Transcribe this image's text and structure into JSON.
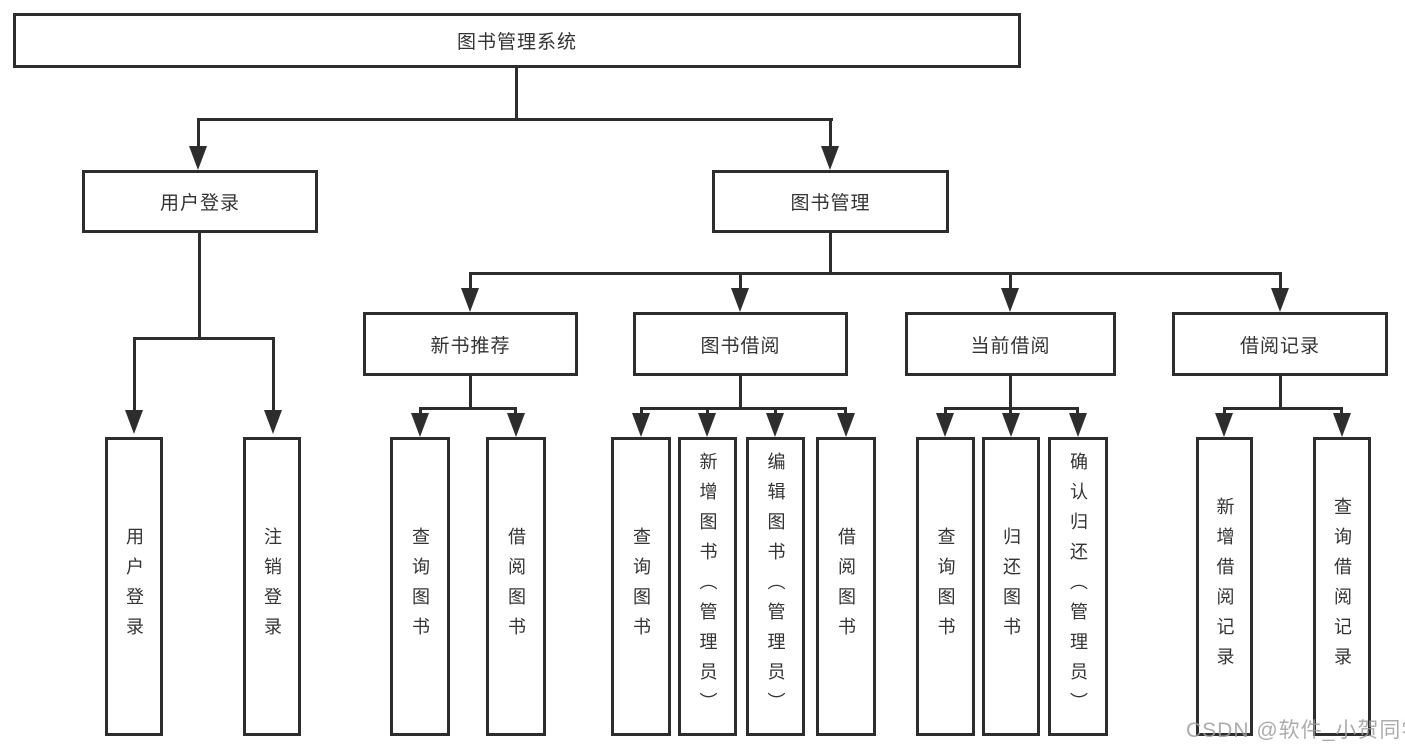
{
  "diagram": {
    "type": "hierarchy-tree",
    "title": "图书管理系统",
    "colors": {
      "line": "#2d2d2d",
      "box_border": "#2d2d2d",
      "box_fill": "#ffffff",
      "text": "#333333",
      "background": "#ffffff",
      "watermark_text_color": "#9e9e9e"
    },
    "nodes": {
      "root": {
        "label": "图书管理系统"
      },
      "user_login": {
        "label": "用户登录"
      },
      "book_mgmt": {
        "label": "图书管理"
      },
      "new_book_rec": {
        "label": "新书推荐"
      },
      "book_borrow": {
        "label": "图书借阅"
      },
      "current_borrow": {
        "label": "当前借阅"
      },
      "borrow_record": {
        "label": "借阅记录"
      },
      "leaf_user_login": {
        "label": "用户登录"
      },
      "leaf_logout": {
        "label": "注销登录"
      },
      "leaf_query_book_rec": {
        "label": "查询图书"
      },
      "leaf_borrow_book_rec": {
        "label": "借阅图书"
      },
      "leaf_query_book_borrow": {
        "label": "查询图书"
      },
      "leaf_add_book": {
        "label": "新增图书（管理员）"
      },
      "leaf_edit_book": {
        "label": "编辑图书（管理员）"
      },
      "leaf_borrow_book_borrow": {
        "label": "借阅图书"
      },
      "leaf_query_book_current": {
        "label": "查询图书"
      },
      "leaf_return_book": {
        "label": "归还图书"
      },
      "leaf_confirm_return": {
        "label": "确认归还（管理员）"
      },
      "leaf_add_record": {
        "label": "新增借阅记录"
      },
      "leaf_query_record": {
        "label": "查询借阅记录"
      }
    },
    "edges": [
      [
        "图书管理系统",
        "用户登录"
      ],
      [
        "图书管理系统",
        "图书管理"
      ],
      [
        "用户登录",
        "用户登录(叶)"
      ],
      [
        "用户登录",
        "注销登录"
      ],
      [
        "图书管理",
        "新书推荐"
      ],
      [
        "图书管理",
        "图书借阅"
      ],
      [
        "图书管理",
        "当前借阅"
      ],
      [
        "图书管理",
        "借阅记录"
      ],
      [
        "新书推荐",
        "查询图书"
      ],
      [
        "新书推荐",
        "借阅图书"
      ],
      [
        "图书借阅",
        "查询图书"
      ],
      [
        "图书借阅",
        "新增图书（管理员）"
      ],
      [
        "图书借阅",
        "编辑图书（管理员）"
      ],
      [
        "图书借阅",
        "借阅图书"
      ],
      [
        "当前借阅",
        "查询图书"
      ],
      [
        "当前借阅",
        "归还图书"
      ],
      [
        "当前借阅",
        "确认归还（管理员）"
      ],
      [
        "借阅记录",
        "新增借阅记录"
      ],
      [
        "借阅记录",
        "查询借阅记录"
      ]
    ],
    "watermark": {
      "text": "CSDN @软件_小贺同学"
    }
  }
}
